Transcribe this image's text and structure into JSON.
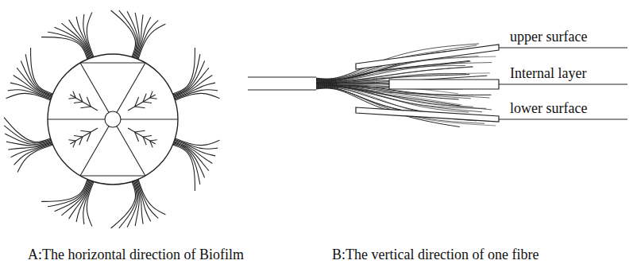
{
  "diagram": {
    "labels": [
      "upper surface",
      "Internal layer",
      "lower surface",
      "A:The horizontal direction of Biofilm",
      "B:The vertical direction of one fibre"
    ]
  }
}
